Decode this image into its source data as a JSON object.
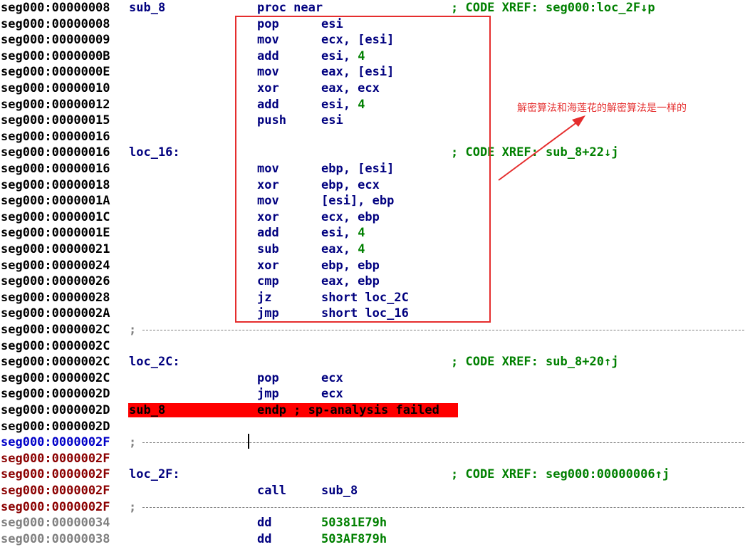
{
  "colors": {
    "seg_black": "#000000",
    "seg_blue": "#0000c8",
    "seg_maroon": "#8b0000",
    "seg_gray": "#808080",
    "code": "#00007f",
    "comment": "#008000",
    "highlight": "#ff0000",
    "annotation": "#e52d2d"
  },
  "rows": [
    {
      "addr": "seg000:00000008",
      "seg": "black",
      "label": "sub_8",
      "mnem": "proc near",
      "ops": "",
      "cmt": "; CODE XREF: seg000:loc_2F↓p"
    },
    {
      "addr": "seg000:00000008",
      "seg": "black",
      "label": "",
      "mnem": "pop",
      "ops": "esi",
      "cmt": ""
    },
    {
      "addr": "seg000:00000009",
      "seg": "black",
      "label": "",
      "mnem": "mov",
      "ops": "ecx, [esi]",
      "cmt": ""
    },
    {
      "addr": "seg000:0000000B",
      "seg": "black",
      "label": "",
      "mnem": "add",
      "ops": "esi, 4",
      "cmt": ""
    },
    {
      "addr": "seg000:0000000E",
      "seg": "black",
      "label": "",
      "mnem": "mov",
      "ops": "eax, [esi]",
      "cmt": ""
    },
    {
      "addr": "seg000:00000010",
      "seg": "black",
      "label": "",
      "mnem": "xor",
      "ops": "eax, ecx",
      "cmt": ""
    },
    {
      "addr": "seg000:00000012",
      "seg": "black",
      "label": "",
      "mnem": "add",
      "ops": "esi, 4",
      "cmt": ""
    },
    {
      "addr": "seg000:00000015",
      "seg": "black",
      "label": "",
      "mnem": "push",
      "ops": "esi",
      "cmt": ""
    },
    {
      "addr": "seg000:00000016",
      "seg": "black",
      "label": "",
      "mnem": "",
      "ops": "",
      "cmt": ""
    },
    {
      "addr": "seg000:00000016",
      "seg": "black",
      "label": "loc_16:",
      "mnem": "",
      "ops": "",
      "cmt": "; CODE XREF: sub_8+22↓j"
    },
    {
      "addr": "seg000:00000016",
      "seg": "black",
      "label": "",
      "mnem": "mov",
      "ops": "ebp, [esi]",
      "cmt": ""
    },
    {
      "addr": "seg000:00000018",
      "seg": "black",
      "label": "",
      "mnem": "xor",
      "ops": "ebp, ecx",
      "cmt": ""
    },
    {
      "addr": "seg000:0000001A",
      "seg": "black",
      "label": "",
      "mnem": "mov",
      "ops": "[esi], ebp",
      "cmt": ""
    },
    {
      "addr": "seg000:0000001C",
      "seg": "black",
      "label": "",
      "mnem": "xor",
      "ops": "ecx, ebp",
      "cmt": ""
    },
    {
      "addr": "seg000:0000001E",
      "seg": "black",
      "label": "",
      "mnem": "add",
      "ops": "esi, 4",
      "cmt": ""
    },
    {
      "addr": "seg000:00000021",
      "seg": "black",
      "label": "",
      "mnem": "sub",
      "ops": "eax, 4",
      "cmt": ""
    },
    {
      "addr": "seg000:00000024",
      "seg": "black",
      "label": "",
      "mnem": "xor",
      "ops": "ebp, ebp",
      "cmt": ""
    },
    {
      "addr": "seg000:00000026",
      "seg": "black",
      "label": "",
      "mnem": "cmp",
      "ops": "eax, ebp",
      "cmt": ""
    },
    {
      "addr": "seg000:00000028",
      "seg": "black",
      "label": "",
      "mnem": "jz",
      "ops": "short loc_2C",
      "cmt": ""
    },
    {
      "addr": "seg000:0000002A",
      "seg": "black",
      "label": "",
      "mnem": "jmp",
      "ops": "short loc_16",
      "cmt": ""
    },
    {
      "addr": "seg000:0000002C",
      "seg": "black",
      "sep": "; ",
      "label": "",
      "mnem": "",
      "ops": "",
      "cmt": ""
    },
    {
      "addr": "seg000:0000002C",
      "seg": "black",
      "label": "",
      "mnem": "",
      "ops": "",
      "cmt": ""
    },
    {
      "addr": "seg000:0000002C",
      "seg": "black",
      "label": "loc_2C:",
      "mnem": "",
      "ops": "",
      "cmt": "; CODE XREF: sub_8+20↑j"
    },
    {
      "addr": "seg000:0000002C",
      "seg": "black",
      "label": "",
      "mnem": "pop",
      "ops": "ecx",
      "cmt": ""
    },
    {
      "addr": "seg000:0000002D",
      "seg": "black",
      "label": "",
      "mnem": "jmp",
      "ops": "ecx",
      "cmt": ""
    },
    {
      "addr": "seg000:0000002D",
      "seg": "black",
      "label": "sub_8",
      "mnem": "endp ; sp-analysis failed",
      "ops": "",
      "cmt": "",
      "highlight": true
    },
    {
      "addr": "seg000:0000002D",
      "seg": "black",
      "label": "",
      "mnem": "",
      "ops": "",
      "cmt": ""
    },
    {
      "addr": "seg000:0000002F",
      "seg": "blue",
      "sep": "; ",
      "label": "",
      "mnem": "",
      "ops": "",
      "cmt": ""
    },
    {
      "addr": "seg000:0000002F",
      "seg": "maroon",
      "label": "",
      "mnem": "",
      "ops": "",
      "cmt": ""
    },
    {
      "addr": "seg000:0000002F",
      "seg": "maroon",
      "label": "loc_2F:",
      "mnem": "",
      "ops": "",
      "cmt": "; CODE XREF: seg000:00000006↑j"
    },
    {
      "addr": "seg000:0000002F",
      "seg": "maroon",
      "label": "",
      "mnem": "call",
      "ops": "sub_8",
      "cmt": ""
    },
    {
      "addr": "seg000:0000002F",
      "seg": "maroon",
      "sep": "; ",
      "label": "",
      "mnem": "",
      "ops": "",
      "cmt": ""
    },
    {
      "addr": "seg000:00000034",
      "seg": "gray",
      "label": "",
      "mnem": "dd",
      "ops": "",
      "imm": "50381E79h",
      "cmt": ""
    },
    {
      "addr": "seg000:00000038",
      "seg": "gray",
      "label": "",
      "mnem": "dd",
      "ops": "",
      "imm": "503AF879h",
      "cmt": ""
    }
  ],
  "annotation": {
    "text": "解密算法和海莲花的解密算法是一样的"
  },
  "icons": {
    "xref_down": "arrow-down-icon",
    "xref_up": "arrow-up-icon",
    "text_cursor": "text-cursor-icon"
  }
}
